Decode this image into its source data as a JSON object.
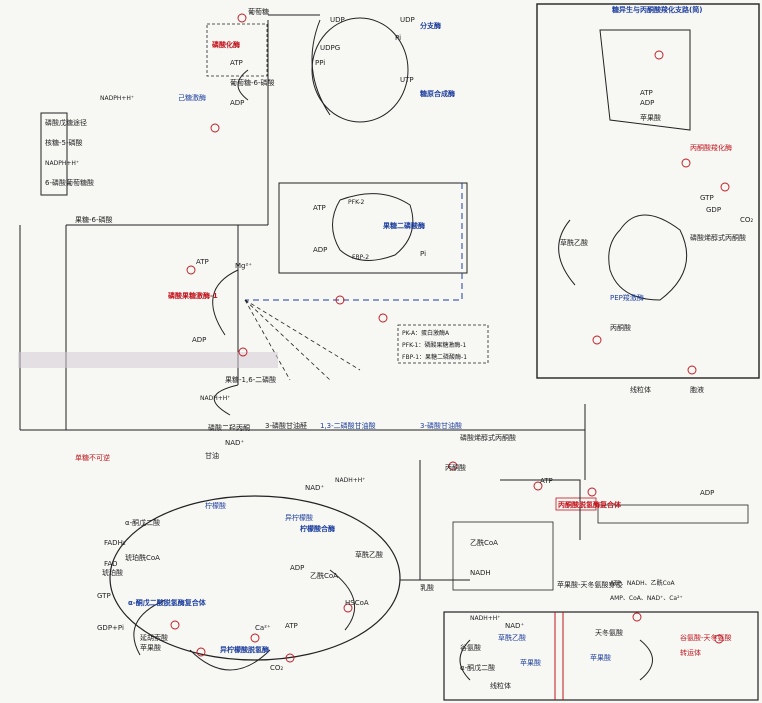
{
  "colors": {
    "ink": "#222222",
    "blue": "#1e3f9e",
    "red": "#c2141c",
    "paper": "#f7f7f4"
  },
  "top_cycle": {
    "uridine": "UDP",
    "udpg": "UDPG",
    "ppi": "PPi",
    "utp": "UTP",
    "udp_upper": "UDP",
    "pi": "Pi",
    "branch_enzyme": "分支酶",
    "glycogen_synthase": "糖原合成酶",
    "phosphorylase": "磷酸化酶"
  },
  "left_pathway": {
    "glucose": "葡萄糖",
    "atp": "ATP",
    "adp": "ADP",
    "hexokinase": "己糖激酶",
    "g6p": "葡萄糖-6-磷酸",
    "f6p": "果糖-6-磷酸",
    "nadph": "NADPH+H⁺",
    "mg": "Mg²⁺",
    "atp2": "ATP",
    "adp2": "ADP",
    "pfk": "磷酸果糖激酶-1",
    "f16bp": "果糖-1,6-二磷酸",
    "g3p": "3-磷酸甘油醛",
    "dhap": "磷酸二羟丙酮",
    "nad": "NAD⁺",
    "nadh": "NADH+H⁺",
    "glycerol": "甘油",
    "bpg": "1,3-二磷酸甘油酸",
    "pg3": "3-磷酸甘油酸",
    "pep": "磷酸烯醇式丙酮酸",
    "pyruvate": "丙酮酸",
    "lactate": "乳酸",
    "note_red": "单糖不可逆"
  },
  "middle_box": {
    "fbpase": "果糖二磷酸酶",
    "atp": "ATP",
    "adp": "ADP",
    "pi": "Pi",
    "pfk2": "PFK-2",
    "fbp2": "FBP-2",
    "legend_1": "PK-A：蛋白激酶A",
    "legend_2": "PFK-1：磷酸果糖激酶-1",
    "legend_3": "FBP-1：果糖二磷酸酶-1"
  },
  "right_panel": {
    "title": "糖异生与丙酮酸羧化支路(简)",
    "oaa": "草酰乙酸",
    "malate": "苹果酸",
    "pep": "磷酸烯醇式丙酮酸",
    "pyruvate": "丙酮酸",
    "gtp": "GTP",
    "gdp": "GDP",
    "atp": "ATP",
    "adp": "ADP",
    "co2": "CO₂",
    "carboxylase": "丙酮酸羧化酶",
    "pepck": "PEP羧激酶",
    "mito": "线粒体",
    "cyto": "胞液"
  },
  "tca": {
    "acetyl_coa": "乙酰CoA",
    "citrate": "柠檬酸",
    "isocitrate": "异柠檬酸",
    "akg": "α-酮戊二酸",
    "succinyl_coa": "琥珀酰CoA",
    "succinate": "琥珀酸",
    "fumarate": "延胡索酸",
    "malate": "苹果酸",
    "oaa": "草酰乙酸",
    "nad": "NAD⁺",
    "nadh": "NADH+H⁺",
    "fadh2": "FADH₂",
    "fad": "FAD",
    "gtp": "GTP",
    "gdp": "GDP+Pi",
    "co2": "CO₂",
    "citrate_synthase": "柠檬酸合酶",
    "idh": "异柠檬酸脱氢酶",
    "akgdh": "α-酮戊二酸脱氢酶复合体",
    "hscoa": "HSCoA",
    "ca": "Ca²⁺",
    "adp": "ADP",
    "atp": "ATP"
  },
  "pdh": {
    "complex": "丙酮酸脱氢酶复合体",
    "atp": "ATP",
    "adp": "ADP",
    "acetyl": "乙酰CoA",
    "nadh": "NADH",
    "regulation": "AMP、CoA、NAD⁺、Ca²⁺",
    "inhibit": "ATP、NADH、乙酰CoA"
  },
  "bottom_right": {
    "asp": "天冬氨酸",
    "glu": "谷氨酸",
    "akg": "α-酮戊二酸",
    "oaa": "草酰乙酸",
    "malate": "苹果酸",
    "mito_malate": "苹果酸",
    "nad": "NAD⁺",
    "nadh": "NADH+H⁺",
    "note1": "线粒体",
    "note2": "苹果酸-天冬氨酸穿梭",
    "red_note_1": "谷氨酸-天冬氨酸",
    "red_note_2": "转运体"
  },
  "left_box": {
    "item1": "磷酸戊糖途径",
    "item2": "核糖-5-磷酸",
    "item3": "NADPH+H⁺",
    "item4": "6-磷酸葡萄糖酸"
  }
}
